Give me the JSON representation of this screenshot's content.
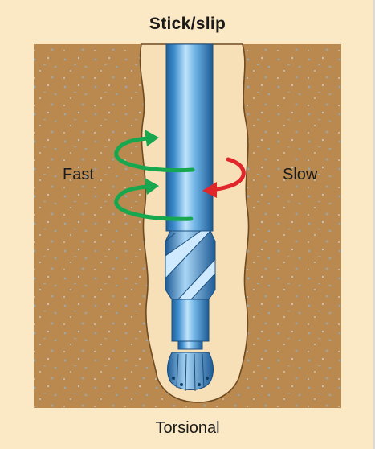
{
  "title": "Stick/slip",
  "subtitle": "Torsional",
  "labels": {
    "left": "Fast",
    "right": "Slow"
  },
  "colors": {
    "background": "#fbe9c6",
    "formation": "#b9894f",
    "borehole": "#f7e0b8",
    "drillstring": "#3f8fd0",
    "fast_arrow": "#17a84f",
    "slow_arrow": "#e0262a"
  },
  "icons": [
    "drill-bit-icon",
    "stabilizer-icon",
    "rotation-arrow-icon"
  ]
}
